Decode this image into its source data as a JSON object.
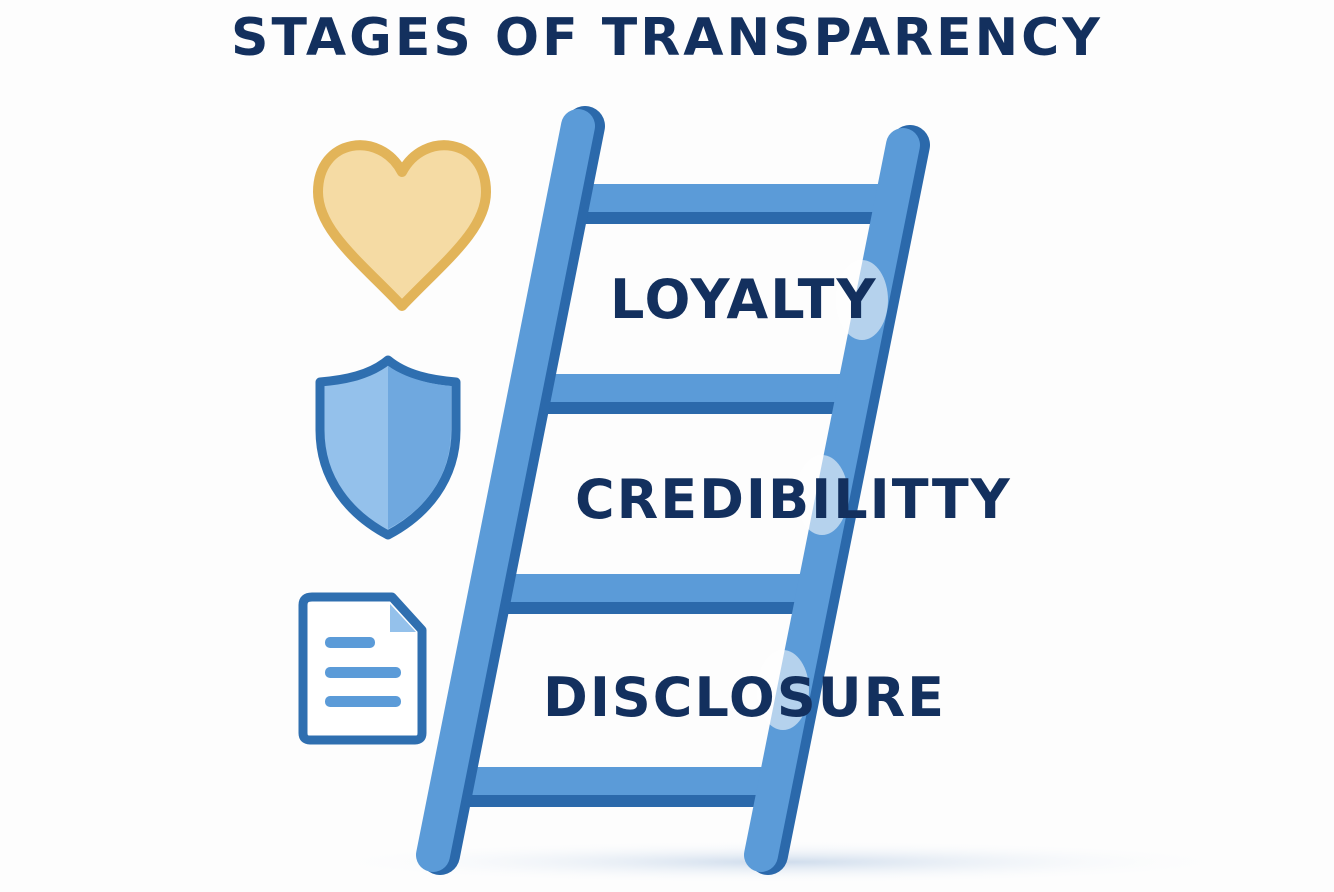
{
  "title": "STAGES OF TRANSPARENCY",
  "stages": [
    {
      "label": "LOYALTY",
      "icon": "heart-icon"
    },
    {
      "label": "CREDIBILITTY",
      "icon": "shield-icon"
    },
    {
      "label": "DISCLOSURE",
      "icon": "document-icon"
    }
  ],
  "colors": {
    "title": "#13305e",
    "ladder_light": "#5b9bd8",
    "ladder_dark": "#2b69ab",
    "heart_fill": "#f5dba4",
    "heart_stroke": "#e2b459",
    "shield_stroke": "#2f6fb0"
  }
}
